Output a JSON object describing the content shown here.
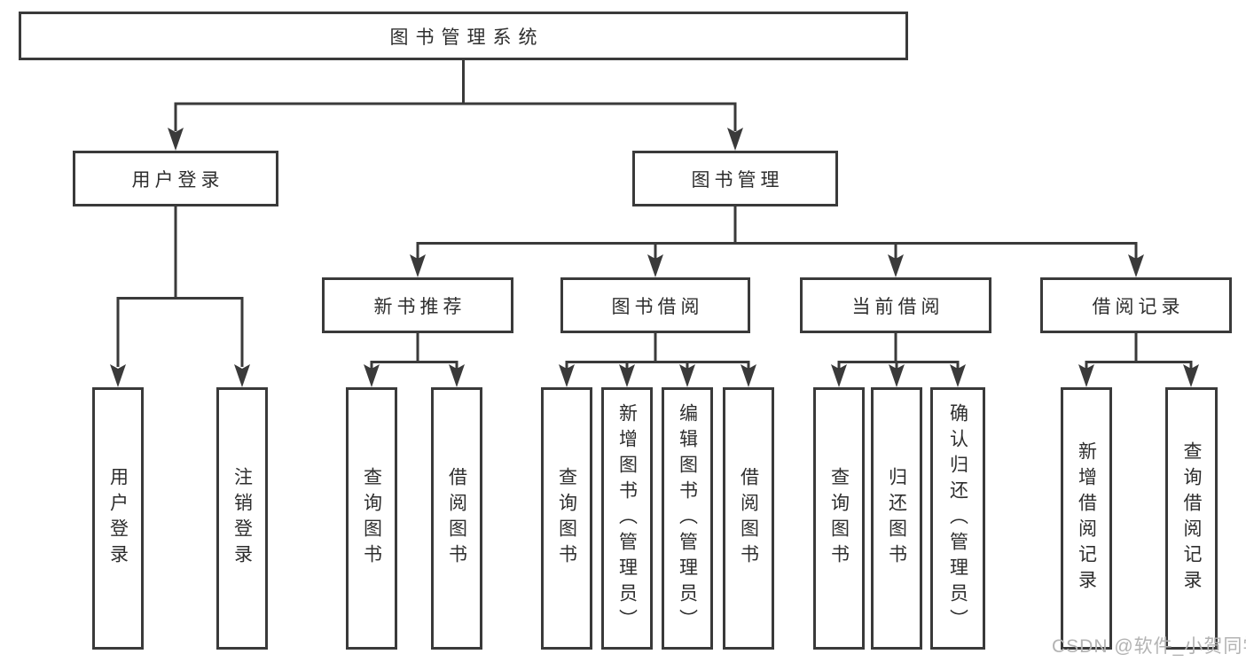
{
  "colors": {
    "line": "#3a3a3a",
    "box_border": "#3a3a3a",
    "box_background": "#ffffff",
    "text": "#2e2e2e",
    "watermark_text": "#b3b3b3",
    "page_background": "#ffffff"
  },
  "watermark": {
    "text": "CSDN @软件_小贺同学"
  },
  "tree": {
    "root": {
      "label": "图书管理系统",
      "children": [
        {
          "label": "用户登录",
          "children": [
            {
              "label": "用户登录"
            },
            {
              "label": "注销登录"
            }
          ]
        },
        {
          "label": "图书管理",
          "children": [
            {
              "label": "新书推荐",
              "children": [
                {
                  "label": "查询图书"
                },
                {
                  "label": "借阅图书"
                }
              ]
            },
            {
              "label": "图书借阅",
              "children": [
                {
                  "label": "查询图书"
                },
                {
                  "label": "新增图书（管理员）"
                },
                {
                  "label": "编辑图书（管理员）"
                },
                {
                  "label": "借阅图书"
                }
              ]
            },
            {
              "label": "当前借阅",
              "children": [
                {
                  "label": "查询图书"
                },
                {
                  "label": "归还图书"
                },
                {
                  "label": "确认归还（管理员）"
                }
              ]
            },
            {
              "label": "借阅记录",
              "children": [
                {
                  "label": "新增借阅记录"
                },
                {
                  "label": "查询借阅记录"
                }
              ]
            }
          ]
        }
      ]
    }
  }
}
